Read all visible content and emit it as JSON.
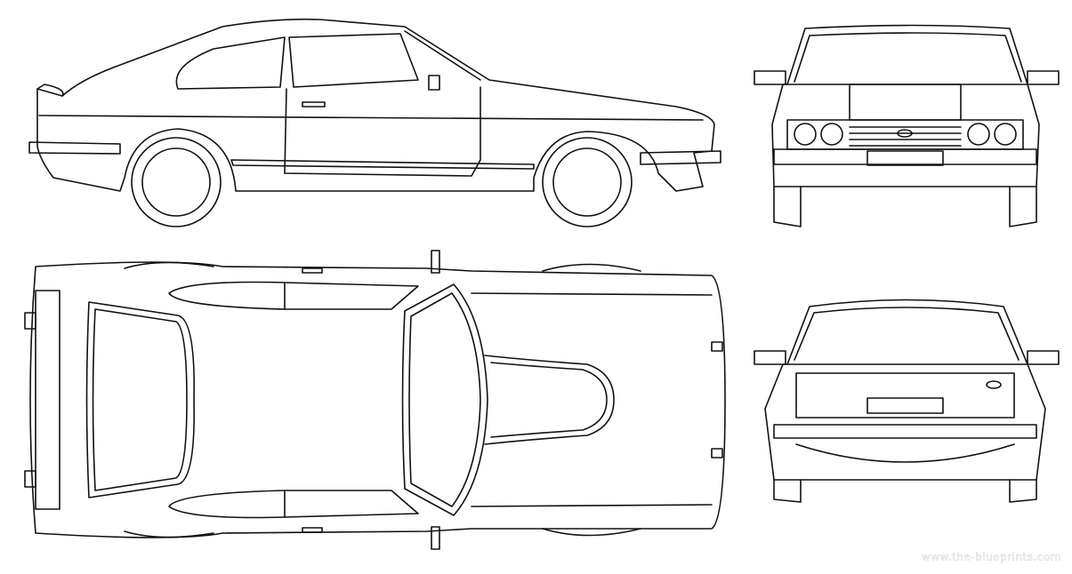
{
  "title": "Car blueprint - side, top, front and rear views",
  "watermark": "www.the-blueprints.com",
  "views": [
    "side",
    "top",
    "front",
    "rear"
  ]
}
